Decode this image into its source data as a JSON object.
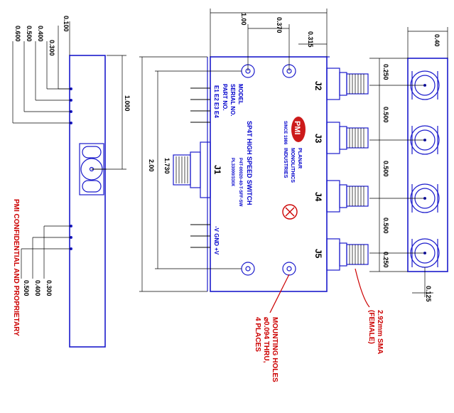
{
  "confidential": "PMI CONFIDENTIAL AND PROPRIETARY",
  "left_view": {
    "dims_top": [
      "0.100",
      "0.300",
      "0.400",
      "0.500",
      "0.600"
    ],
    "dims_bottom": [
      "0.300",
      "0.400",
      "0.500"
    ],
    "height_dim": "1.000"
  },
  "center_view": {
    "width_dim": "1.00",
    "dim_370": "0.370",
    "dim_315": "0.315",
    "height_dim": "2.00",
    "inner_dim": "1.730",
    "ports": [
      "J1",
      "J2",
      "J3",
      "J4",
      "J5"
    ],
    "pins_top": "E1 E2 E3 E4",
    "pins_bottom": "-V GND +V",
    "label_model": "MODEL",
    "label_serial": "SERIAL NO.",
    "label_part": "PART NO.",
    "title": "SP4T HIGH SPEED SWITCH",
    "model_number": "P4T-00020-40-T-SFF-SW",
    "part_number": "PL33000/330X",
    "logo_text": "PMI",
    "logo_sub": "SINCE 1986",
    "company": [
      "PLANAR",
      "MONOLITHICS",
      "INDUSTRIES"
    ]
  },
  "right_view": {
    "width_dim": "0.40",
    "spacing_dims": [
      "0.250",
      "0.500",
      "0.500",
      "0.500",
      "0.250"
    ],
    "small_dim": "0.125"
  },
  "callouts": {
    "connector": [
      "2.92mm SMA",
      "(FEMALE)"
    ],
    "mounting": [
      "MOUNTING HOLES",
      "⌀0.094 THRU,",
      "4 PLACES"
    ]
  },
  "colors": {
    "outline": "#1a1acc",
    "dimension": "#000000",
    "callout": "#cc0000"
  }
}
